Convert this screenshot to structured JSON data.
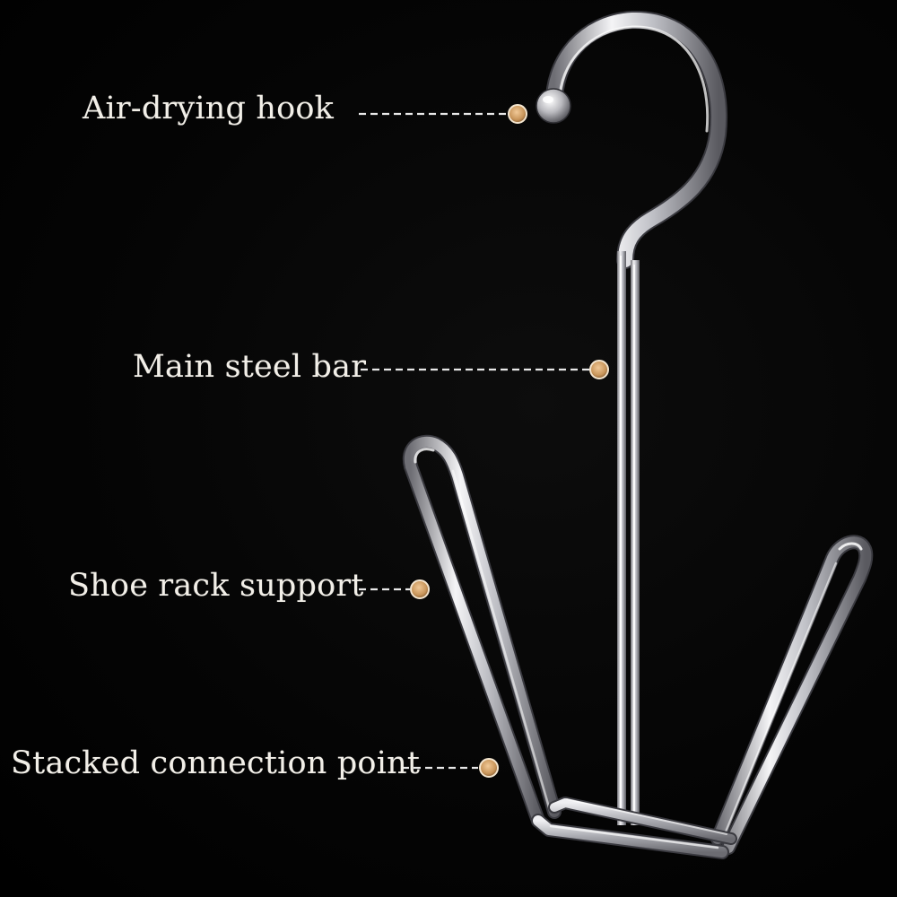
{
  "image": {
    "background_color": "#000000",
    "subject": "hanger-icon",
    "metal_color": "#d8d8dc",
    "callout_dot_color": "#c8955a",
    "leader_line_color": "#e8e8e8"
  },
  "callouts": [
    {
      "label": "Air-drying hook"
    },
    {
      "label": "Main steel bar"
    },
    {
      "label": "Shoe rack support"
    },
    {
      "label": "Stacked connection point"
    }
  ]
}
